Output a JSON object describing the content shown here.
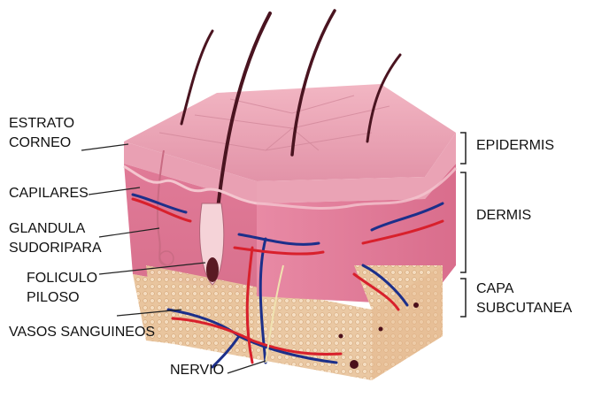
{
  "labels": {
    "estrato_corneo": [
      "ESTRATO",
      "CORNEO"
    ],
    "capilares": "CAPILARES",
    "glandula_sudoripara": [
      "GLANDULA",
      "SUDORIPARA"
    ],
    "foliculo_piloso": [
      "FOLICULO",
      "PILOSO"
    ],
    "vasos_sanguineos": "VASOS SANGUINEOS",
    "nervio": "NERVIO",
    "epidermis": "EPIDERMIS",
    "dermis": "DERMIS",
    "capa_subcutanea": [
      "CAPA",
      "SUBCUTANEA"
    ]
  },
  "colors": {
    "epidermis_top": "#e8a4b4",
    "dermis": "#e27b98",
    "subcutaneous": "#e8c39a",
    "artery": "#d8202c",
    "vein": "#1c2f8a",
    "hair": "#4a1420",
    "label_text": "#111111"
  }
}
